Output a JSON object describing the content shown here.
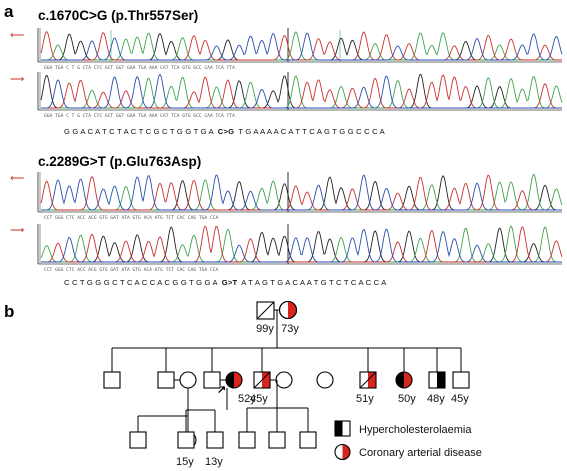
{
  "panel_a": {
    "label": "a",
    "mutations": [
      {
        "title": "c.1670C>G (p.Thr557Ser)",
        "sequence_left": "G G A C A T C T A C T C G C T G G T G A",
        "sequence_variant": "C>G",
        "sequence_right": "T G A A A A C A T T C A G T G G C C C A",
        "trace_base_calls": "GGA TGA C T G CTA CTC GCT GGT GAA TGA AAA CAT TCA GTG GCC CAA TCA TTA"
      },
      {
        "title": "c.2289G>T (p.Glu763Asp)",
        "sequence_left": "C C T G G G C T C A C C A C G G T G G A",
        "sequence_variant": "G>T",
        "sequence_right": "A T A G T G A C A A T G T C T C A C C A",
        "trace_base_calls": "CCT GGG CTC ACC ACG GTG GAT ATA GTG ACA ATG TCT CAC CAG TGA CCA"
      }
    ],
    "trace_colors": {
      "A": "#3fa34d",
      "C": "#2a4fb0",
      "G": "#222222",
      "T": "#c8322e"
    },
    "direction_arrow_color": "#c8322e"
  },
  "panel_b": {
    "label": "b",
    "ages": {
      "grandfather": "99y",
      "grandmother": "73y",
      "proband": "52y",
      "brother_1": "45y",
      "brother_2": "51y",
      "sister": "50y",
      "brother_3": "48y",
      "brother_4": "45y",
      "child_1": "15y",
      "child_2": "13y"
    },
    "legend": [
      {
        "symbol": "half-black-square",
        "label": "Hypercholesterolaemia"
      },
      {
        "symbol": "half-red-circle",
        "label": "Coronary arterial disease"
      }
    ],
    "colors": {
      "black_fill": "#000000",
      "red_fill": "#d7261e",
      "line": "#000000"
    }
  }
}
